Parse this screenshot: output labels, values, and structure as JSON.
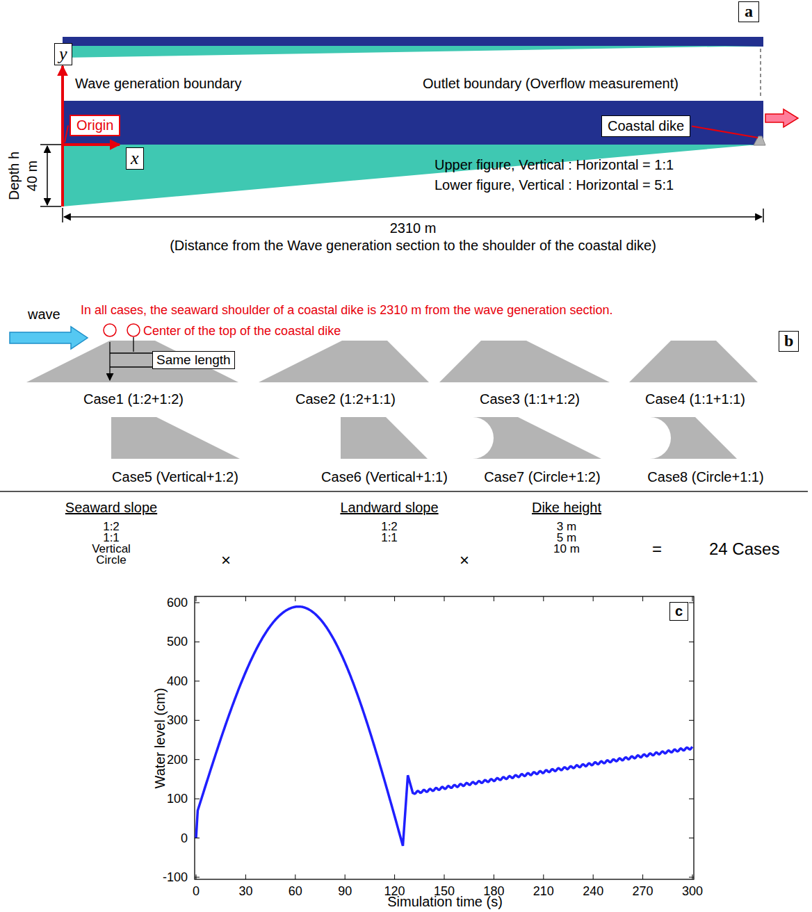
{
  "diagram": {
    "nodes": [
      {
        "text": [
          "a"
        ]
      },
      {
        "text": [
          "y"
        ]
      },
      {
        "text": [
          "Origin"
        ]
      },
      {
        "text": [
          "x"
        ]
      },
      {
        "text": [
          "Coastal dike"
        ]
      },
      {
        "text": [
          "b"
        ]
      },
      {
        "text": [
          "Same length"
        ]
      },
      {
        "text": [
          "c"
        ]
      }
    ],
    "labels": [
      "Wave generation boundary",
      "Outlet boundary (Overflow measurement)",
      "Depth h",
      "40 m",
      "Upper figure, Vertical : Horizontal = 1:1",
      "Lower figure, Vertical : Horizontal = 5:1",
      "2310 m",
      "(Distance from the Wave generation section to the shoulder of the coastal dike)",
      "wave",
      "In all cases, the seaward shoulder of a coastal dike is 2310 m from the wave generation section.",
      "Center of the top of the coastal dike",
      "Case1 (1:2+1:2)",
      "Case2 (1:2+1:1)",
      "Case3 (1:1+1:2)",
      "Case4 (1:1+1:1)",
      "Case5 (Vertical+1:2)",
      "Case6 (Vertical+1:1)",
      "Case7 (Circle+1:2)",
      "Case8 (Circle+1:1)",
      "Seaward slope",
      "1:2",
      "1:1",
      "Vertical",
      "Circle",
      "×",
      "Landward slope",
      "1:2",
      "1:1",
      "×",
      "Dike height",
      "3 m",
      "5 m",
      "10 m",
      "=",
      "24 Cases",
      "Water level (cm)",
      "Simulation time (s)",
      "600",
      "500",
      "400",
      "300",
      "200",
      "100",
      "0",
      "-100",
      "0",
      "30",
      "60",
      "90",
      "120",
      "150",
      "180",
      "210",
      "240",
      "270",
      "300"
    ]
  }
}
